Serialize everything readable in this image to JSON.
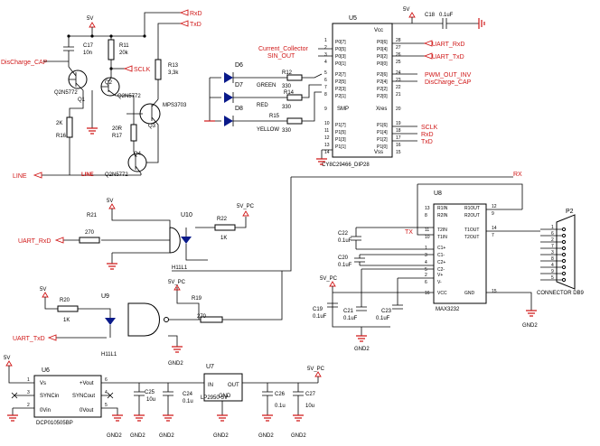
{
  "colors": {
    "net": "#d01818",
    "line": "#000000",
    "led": "#0a1a8a"
  },
  "nets": {
    "rxd": "RxD",
    "txd": "TxD",
    "sclk": "SCLK",
    "discharge": "DisCharge_CAP",
    "line": "LINE",
    "line_tag": "LINE",
    "uart_rxd": "UART_RxD",
    "uart_txd": "UART_TxD",
    "current_collector": "Current_Collector",
    "sin_out": "SIN_OUT",
    "pwm_out_inv": "PWM_OUT_INV",
    "vcc_5v": "5V",
    "vpc_5v": "5V_PC",
    "gnd2": "GND2",
    "rx": "RX",
    "tx": "TX"
  },
  "components": {
    "c17": "C17",
    "c17_val": "10n",
    "r11": "R11",
    "r11_val": "20k",
    "q1": "Q1",
    "q1_type": "Q2N5772",
    "q2": "Q2",
    "q2_type": "Q2N5772",
    "r13": "R13",
    "r13_val": "3,3k",
    "q3": "Q3",
    "q3_type": "MPS3703",
    "r16": "R16",
    "r16_val": "2K",
    "r17": "R17",
    "r17_val": "20R",
    "q4": "Q4",
    "q4_type": "Q2N5772",
    "d6": "D6",
    "d7": "D7",
    "d8": "D8",
    "r12": "R12",
    "r14": "R14",
    "r15": "R15",
    "led_r_val": "330",
    "green": "GREEN",
    "red": "RED",
    "yellow": "YELLOW",
    "u5": "U5",
    "u5_part": "CY8C29466_DIP28",
    "u5_vcc": "Vcc",
    "u5_vss": "Vss",
    "u5_smp": "SMP",
    "u5_xres": "Xres",
    "c18": "C18",
    "c18_val": "0.1uF",
    "u8": "U8",
    "u8_part": "MAX3232",
    "c19": "C19",
    "c19_val": "0.1uF",
    "c20": "C20",
    "c20_val": "0.1uF",
    "c21": "C21",
    "c21_val": "0.1uF",
    "c22": "C22",
    "c22_val": "0.1uF",
    "c23": "C23",
    "c23_val": "0.1uF",
    "p2": "P2",
    "p2_part": "CONNECTOR DB9",
    "u10": "U10",
    "u10_part": "H11L1",
    "r21": "R21",
    "r21_val": "270",
    "r22": "R22",
    "r22_val": "1K",
    "u9": "U9",
    "u9_part": "H11L1",
    "r20": "R20",
    "r20_val": "1K",
    "r19": "R19",
    "r19_val": "270",
    "u6": "U6",
    "u6_part": "DCP010505BP",
    "u7": "U7",
    "u7_part": "LP2950-5V",
    "c24": "C24",
    "c24_val": "0.1u",
    "c25": "C25",
    "c25_val": "10u",
    "c26": "C26",
    "c26_val": "0.1u",
    "c27": "C27",
    "c27_val": "10u"
  },
  "u6_pins": {
    "vs": "Vs",
    "syncin": "SYNCin",
    "ovin": "0Vin",
    "vout_p": "+Vout",
    "syncout": "SYNCout",
    "vout_0": "0Vout"
  },
  "u7_pins": {
    "in": "IN",
    "out": "OUT",
    "gnd": "GND"
  },
  "u8_pins": {
    "r1in": "R1IN",
    "r2in": "R2IN",
    "t2in": "T2IN",
    "t1in": "T1IN",
    "c1p": "C1+",
    "c1m": "C1-",
    "c2p": "C2+",
    "c2m": "C2-",
    "vp": "V+",
    "vm": "V-",
    "vcc": "VCC",
    "r1out": "R1OUT",
    "r2out": "R2OUT",
    "t1out": "T1OUT",
    "t2out": "T2OUT",
    "gnd": "GND"
  },
  "u5_left": [
    "P0[7]",
    "P0[5]",
    "P0[3]",
    "P0[1]",
    "P2[7]",
    "P2[5]",
    "P2[3]",
    "P2[1]",
    "P1[7]",
    "P1[5]",
    "P1[3]",
    "P1[1]"
  ],
  "u5_right": [
    "P0[6]",
    "P0[4]",
    "P0[2]",
    "P0[0]",
    "P2[6]",
    "P2[4]",
    "P2[2]",
    "P2[0]",
    "P1[6]",
    "P1[4]",
    "P1[2]",
    "P1[0]"
  ],
  "u5_lnum": [
    "1",
    "2",
    "3",
    "4",
    "5",
    "6",
    "7",
    "8",
    "9",
    "10",
    "11",
    "12",
    "13",
    "14"
  ],
  "u5_rnum": [
    "28",
    "27",
    "26",
    "25",
    "24",
    "23",
    "22",
    "21",
    "20",
    "19",
    "18",
    "17",
    "16",
    "15"
  ],
  "u8_lnum": [
    "13",
    "8",
    "11",
    "10",
    "1",
    "3",
    "4",
    "5",
    "2",
    "6",
    "16"
  ],
  "u8_rnum": [
    "12",
    "9",
    "14",
    "7",
    "15"
  ],
  "p2_pins": [
    "1",
    "6",
    "2",
    "7",
    "3",
    "8",
    "4",
    "9",
    "5"
  ],
  "misc_pins": {
    "one": "1",
    "two": "2",
    "four": "4",
    "five": "5",
    "six": "6",
    "three": "3"
  }
}
